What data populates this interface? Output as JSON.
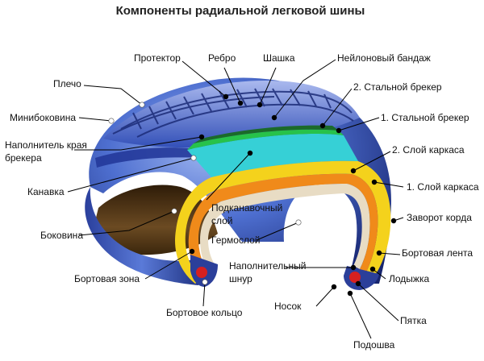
{
  "title": "Компоненты радиальной легковой шины",
  "labels": {
    "protektor": "Протектор",
    "rebro": "Ребро",
    "shashka": "Шашка",
    "neylon": "Нейлоновый бандаж",
    "plecho": "Плечо",
    "breker2": "2. Стальной брекер",
    "minibok": "Минибоковина",
    "breker1": "1. Стальной брекер",
    "napoln_kraya_1": "Наполнитель края",
    "napoln_kraya_2": "брекера",
    "sloy2": "2. Слой каркаса",
    "kanavka": "Канавка",
    "sloy1": "1. Слой каркаса",
    "podkanav_1": "Подканавочный",
    "podkanav_2": "слой",
    "zavorot": "Заворот корда",
    "bokovina": "Боковина",
    "germosloy": "Гермослой",
    "bort_lenta": "Бортовая лента",
    "napoln_shnur_1": "Наполнительный",
    "napoln_shnur_2": "шнур",
    "bort_zona": "Бортовая зона",
    "lodyzhka": "Лодыжка",
    "nosok": "Носок",
    "bort_koltso": "Бортовое кольцо",
    "pyatka": "Пятка",
    "podoshva": "Подошва"
  },
  "colors": {
    "rubber_light": "#6f8fdc",
    "rubber_dark": "#1d2f86",
    "tread_blue": "#3e5cc0",
    "inner_cavity": "#5a3a16",
    "inner_cavity_dark": "#2e1c08",
    "liner_yellow": "#f4d21c",
    "ply_orange": "#f08a1a",
    "belt_green": "#27c24a",
    "belt_cyan": "#36d0d6",
    "bead_red": "#d62020",
    "leader_line": "#000000"
  }
}
